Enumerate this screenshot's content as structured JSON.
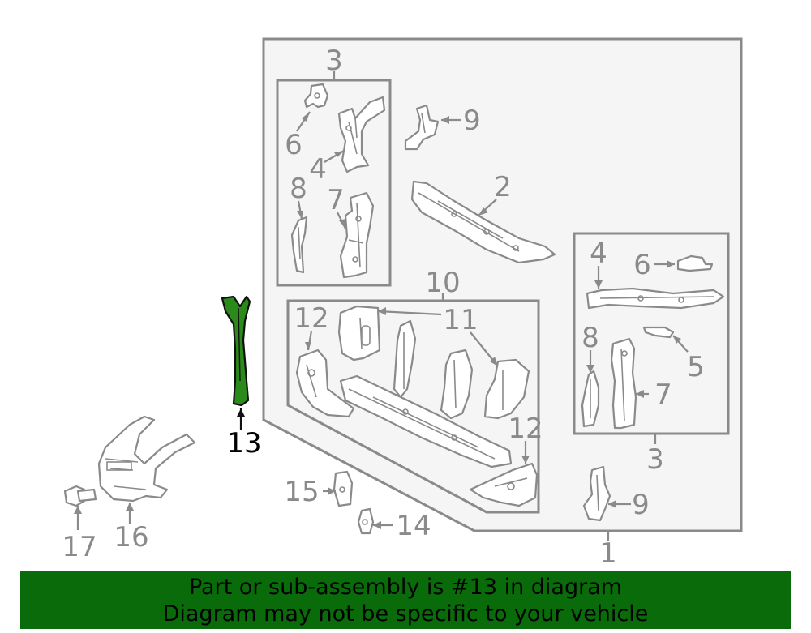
{
  "diagram": {
    "labels": {
      "c1": "1",
      "c2": "2",
      "c3a": "3",
      "c3b": "3",
      "c4a": "4",
      "c4b": "4",
      "c5": "5",
      "c6a": "6",
      "c6b": "6",
      "c7a": "7",
      "c7b": "7",
      "c8a": "8",
      "c8b": "8",
      "c9a": "9",
      "c9b": "9",
      "c10": "10",
      "c11": "11",
      "c12a": "12",
      "c12b": "12",
      "c13": "13",
      "c14": "14",
      "c15": "15",
      "c16": "16",
      "c17": "17"
    },
    "highlight_color": "#2a8a1a",
    "line_color": "#8a8a8a"
  },
  "banner": {
    "line1": "Part or sub-assembly is #13 in diagram",
    "line2": "Diagram may not be specific to your vehicle",
    "color": "#0a6b0a"
  }
}
